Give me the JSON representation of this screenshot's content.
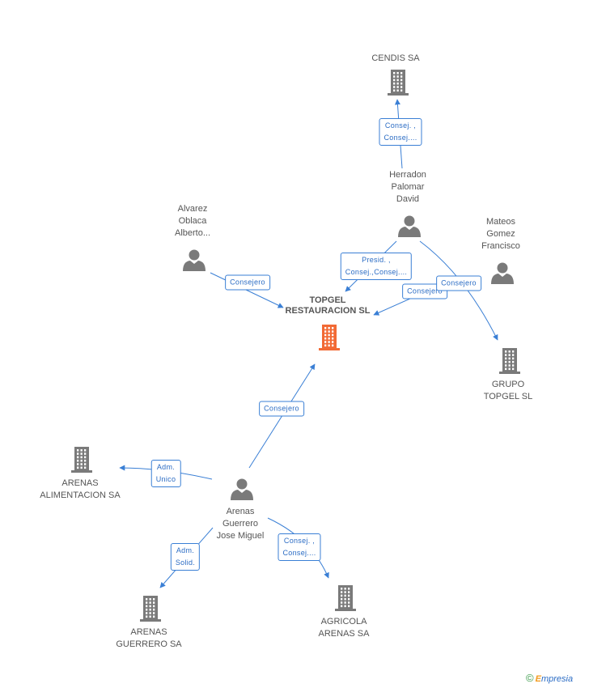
{
  "nodes": {
    "topgel": {
      "label": "TOPGEL\nRESTAURACION SL",
      "kind": "company-main",
      "color": "#f26a35"
    },
    "cendis": {
      "label": "CENDIS SA",
      "kind": "company"
    },
    "grupo_topgel": {
      "label": "GRUPO\nTOPGEL SL",
      "kind": "company"
    },
    "arenas_alimentacion": {
      "label": "ARENAS\nALIMENTACION SA",
      "kind": "company"
    },
    "arenas_guerrero": {
      "label": "ARENAS\nGUERRERO SA",
      "kind": "company"
    },
    "agricola_arenas": {
      "label": "AGRICOLA\nARENAS SA",
      "kind": "company"
    },
    "herradon": {
      "label": "Herradon\nPalomar\nDavid",
      "kind": "person"
    },
    "alvarez": {
      "label": "Alvarez\nOblaca\nAlberto...",
      "kind": "person"
    },
    "mateos": {
      "label": "Mateos\nGomez\nFrancisco",
      "kind": "person"
    },
    "arenas_person": {
      "label": "Arenas\nGuerrero\nJose Miguel",
      "kind": "person"
    }
  },
  "edges": {
    "herradon_cendis": {
      "label": "Consej. ,\nConsej...."
    },
    "herradon_topgel": {
      "label": "Presid. ,\nConsej.,Consej...."
    },
    "mateos_topgel": {
      "label": "Consejero"
    },
    "herradon_grupo": {
      "label": "Consejero"
    },
    "alvarez_topgel": {
      "label": "Consejero"
    },
    "arenas_topgel": {
      "label": "Consejero"
    },
    "arenas_alimentacion": {
      "label": "Adm.\nUnico"
    },
    "arenas_guerrero": {
      "label": "Adm.\nSolid."
    },
    "arenas_agricola": {
      "label": "Consej. ,\nConsej...."
    }
  },
  "colors": {
    "edge": "#3a7fd5",
    "icon": "#7a7a7a",
    "main_icon": "#f26a35"
  },
  "brand": {
    "copyright": "©",
    "name": "mpresia",
    "initial": "E"
  }
}
